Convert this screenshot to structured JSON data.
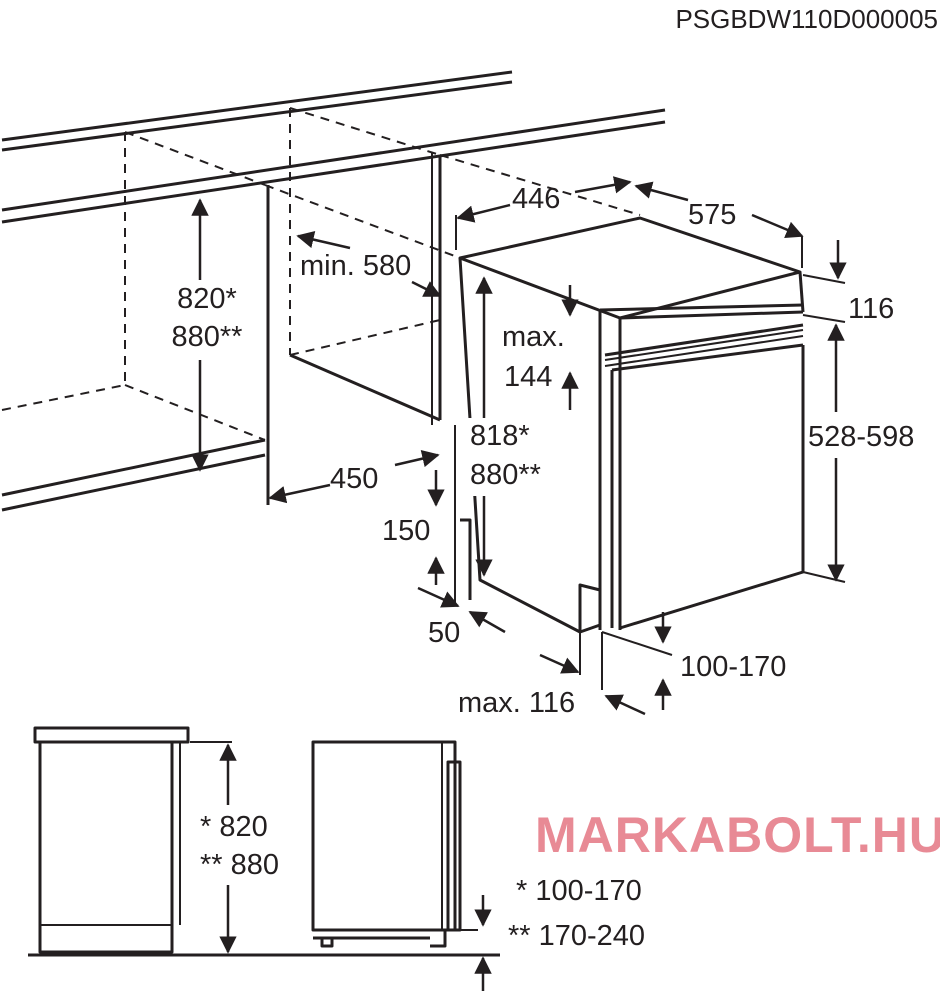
{
  "product_code": "PSGBDW110D000005",
  "watermark": "MARKABOLT.HU",
  "dimensions": {
    "width": "446",
    "depth": "575",
    "panel_height": "116",
    "min_depth": "min. 580",
    "niche_height_1": "820*",
    "niche_height_2": "880**",
    "max_label": "max.",
    "max_value": "144",
    "door_height": "528-598",
    "height_1": "818*",
    "height_2": "880**",
    "side_width": "450",
    "plinth_150": "150",
    "plinth_50": "50",
    "plinth_range": "100-170",
    "max_116": "max. 116"
  },
  "side_views": {
    "height_1": "* 820",
    "height_2": "** 880",
    "plinth_1": "* 100-170",
    "plinth_2": "** 170-240"
  }
}
